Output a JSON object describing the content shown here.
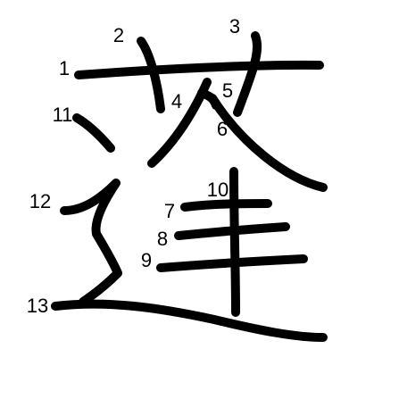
{
  "character": "蓬",
  "stroke_color": "#000000",
  "background_color": "#ffffff",
  "stroke_numbers": [
    "1",
    "2",
    "3",
    "4",
    "5",
    "6",
    "7",
    "8",
    "9",
    "10",
    "11",
    "12",
    "13"
  ]
}
